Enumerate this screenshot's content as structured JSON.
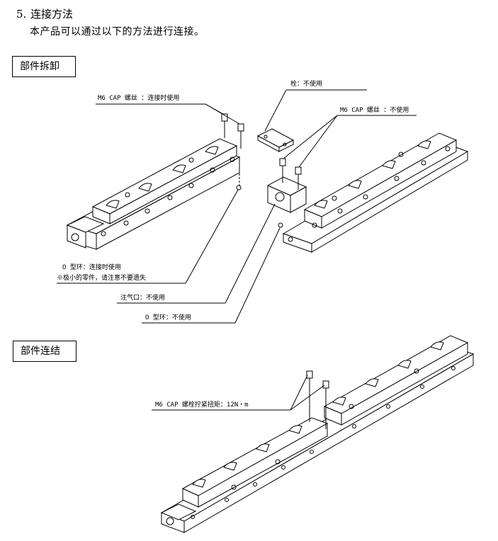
{
  "section": {
    "number": "5.",
    "title": "连接方法",
    "intro": "本产品可以通过以下的方法进行连接。"
  },
  "disassembly": {
    "title": "部件拆卸",
    "labels": {
      "screw_connect": "M6 CAP 螺丝 ：连接时使用",
      "plug_unused": "栓：不使用",
      "screw_unused": "M6 CAP 螺丝 ：不使用",
      "oring_connect": "O 型环：连接时使用",
      "small_parts_note": "※极小的零件，请注意不要遗失",
      "air_inlet_unused": "注气口：不使用",
      "oring_unused": "O 型环：不使用"
    }
  },
  "connection": {
    "title": "部件连结",
    "labels": {
      "torque": "M6 CAP 螺栓拧紧扭矩：12N・m"
    }
  }
}
